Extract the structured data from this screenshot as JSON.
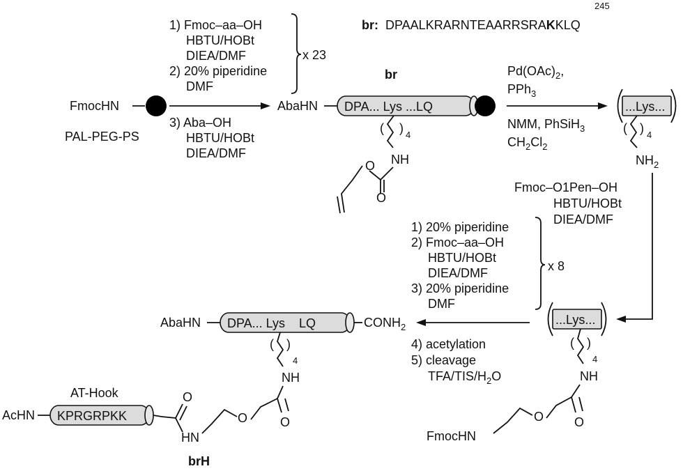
{
  "sequence": {
    "label": "br:",
    "residue_number": "245",
    "seq_before": "DPAALKRARNTEAARRSRA",
    "seq_highlight": "K",
    "seq_after": "KLQ"
  },
  "start": {
    "group": "FmocHN",
    "resin": "PAL-PEG-PS"
  },
  "step1": {
    "a1": "1) Fmoc–aa–OH",
    "a2": "HBTU/HOBt",
    "a3": "DIEA/DMF",
    "a4": "2) 20% piperidine",
    "a5": "DMF",
    "repeat": "x 23",
    "b1": "3) Aba–OH",
    "b2": "HBTU/HOBt",
    "b3": "DIEA/DMF"
  },
  "peptide1": {
    "name": "br",
    "nterm": "AbaHN",
    "inner": "DPA... Lys ...LQ",
    "chain_n": "4",
    "nh": "NH",
    "o1": "O",
    "o2": "O"
  },
  "step2": {
    "r1": "Pd(OAc)",
    "r1sub": "2",
    "r1end": ",",
    "r2": "PPh",
    "r2sub": "3",
    "r3": "NMM, PhSiH",
    "r3sub": "3",
    "r4": "CH",
    "r4sub1": "2",
    "r4mid": "Cl",
    "r4sub2": "2"
  },
  "intermediate1": {
    "inner": "...Lys...",
    "chain_n": "4",
    "amine": "NH",
    "amine_sub": "2"
  },
  "step3": {
    "r1": "Fmoc–O1Pen–OH",
    "r2": "HBTU/HOBt",
    "r3": "DIEA/DMF"
  },
  "intermediate2": {
    "inner": "...Lys...",
    "chain_n": "4",
    "nh": "NH",
    "o1": "O",
    "o2": "O",
    "fmoc": "FmocHN"
  },
  "step4": {
    "c1": "1) 20% piperidine",
    "c2": "2) Fmoc–aa–OH",
    "c3": "HBTU/HOBt",
    "c4": "DIEA/DMF",
    "c5": "3) 20% piperidine",
    "c6": "DMF",
    "repeat": "x 8",
    "d1": "4) acetylation",
    "d2": "5) cleavage",
    "d3": "TFA/TIS/H",
    "d3sub": "2",
    "d3end": "O"
  },
  "product": {
    "nterm": "AbaHN",
    "inner": "DPA... Lys    LQ",
    "cterm": "CONH",
    "cterm_sub": "2",
    "chain_n": "4",
    "nh": "NH",
    "o1": "O",
    "o2": "O",
    "hn": "HN",
    "athook_label": "AT-Hook",
    "athook_nterm": "AcHN",
    "athook_seq": "KPRGRPKK",
    "name": "brH"
  }
}
